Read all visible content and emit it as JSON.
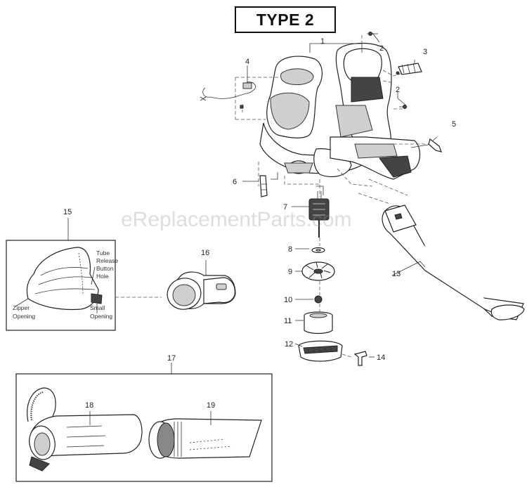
{
  "diagram": {
    "title": "TYPE 2",
    "watermark": "eReplacementParts.com",
    "callouts": [
      "1",
      "2",
      "2",
      "3",
      "4",
      "5",
      "6",
      "7",
      "8",
      "9",
      "10",
      "11",
      "12",
      "13",
      "14",
      "15",
      "16",
      "17",
      "18",
      "19"
    ],
    "notes": {
      "tube_release": [
        "Tube",
        "Release",
        "Button",
        "Hole"
      ],
      "zipper": [
        "Zipper",
        "Opening"
      ],
      "small": [
        "Small",
        "Opening"
      ]
    }
  }
}
